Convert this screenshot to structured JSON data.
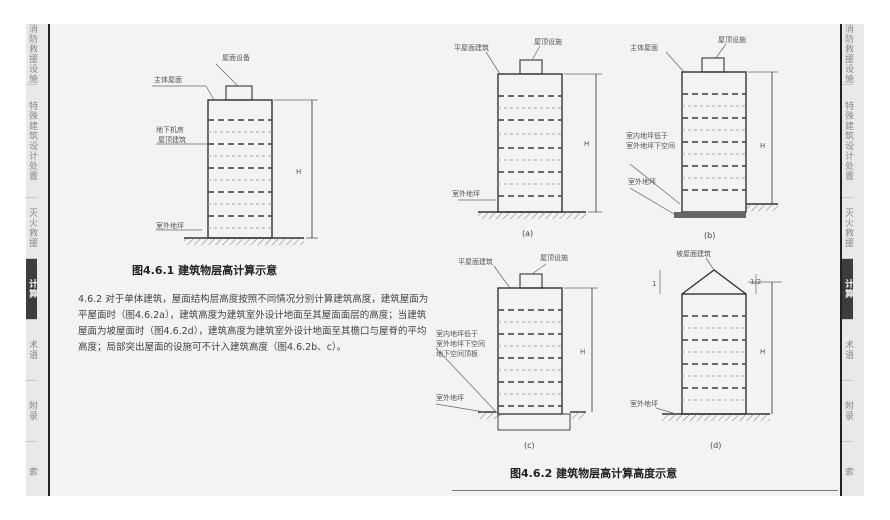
{
  "left_tabs": [
    "消防救援设施",
    "特殊建筑设计处置",
    "灭火救援",
    "计算",
    "术语",
    "附录",
    "索"
  ],
  "right_tabs": [
    "消防救援设施",
    "特殊建筑设计处置",
    "灭火救援",
    "计算",
    "术语",
    "附录",
    "索"
  ],
  "active_tab": 3,
  "figure1": {
    "caption": "图4.6.1 建筑物层高计算示意",
    "labels": {
      "roof_eq": "屋面设备",
      "main_roof": "主体屋面",
      "sub_mid": "地下机房",
      "sub_mid2": "屋顶建筑",
      "ground": "室外地坪",
      "h": "H"
    }
  },
  "figure2": {
    "caption": "图4.6.2 建筑物层高计算高度示意",
    "panels": {
      "a": {
        "label": "(a)",
        "top_left": "平屋面建筑",
        "top_right": "屋顶设施",
        "ground": "室外地坪",
        "h": "H"
      },
      "b": {
        "label": "(b)",
        "top_left": "主体屋面",
        "top_right": "屋顶设施",
        "side1": "室内地坪低于",
        "side2": "室外地坪下空间",
        "ground": "室外地坪",
        "h": "H"
      },
      "c": {
        "label": "(c)",
        "top_left": "平屋面建筑",
        "top_right": "屋顶设施",
        "side1": "室内地坪低于",
        "side2": "室外地坪下空间",
        "side3": "地下空间顶板",
        "ground": "室外地坪",
        "h": "H"
      },
      "d": {
        "label": "(d)",
        "top": "坡屋面建筑",
        "mid": "1/2",
        "left": "1",
        "ground": "室外地坪",
        "h": "H"
      }
    }
  },
  "paragraph": "4.6.2 对于单体建筑，屋面结构层高度按照不同情况分别计算建筑高度，建筑屋面为平屋面时（图4.6.2a），建筑高度为建筑室外设计地面至其屋面面层的高度；当建筑屋面为坡屋面时（图4.6.2d），建筑高度为建筑室外设计地面至其檐口与屋脊的平均高度；局部突出屋面的设施可不计入建筑高度（图4.6.2b、c）。"
}
